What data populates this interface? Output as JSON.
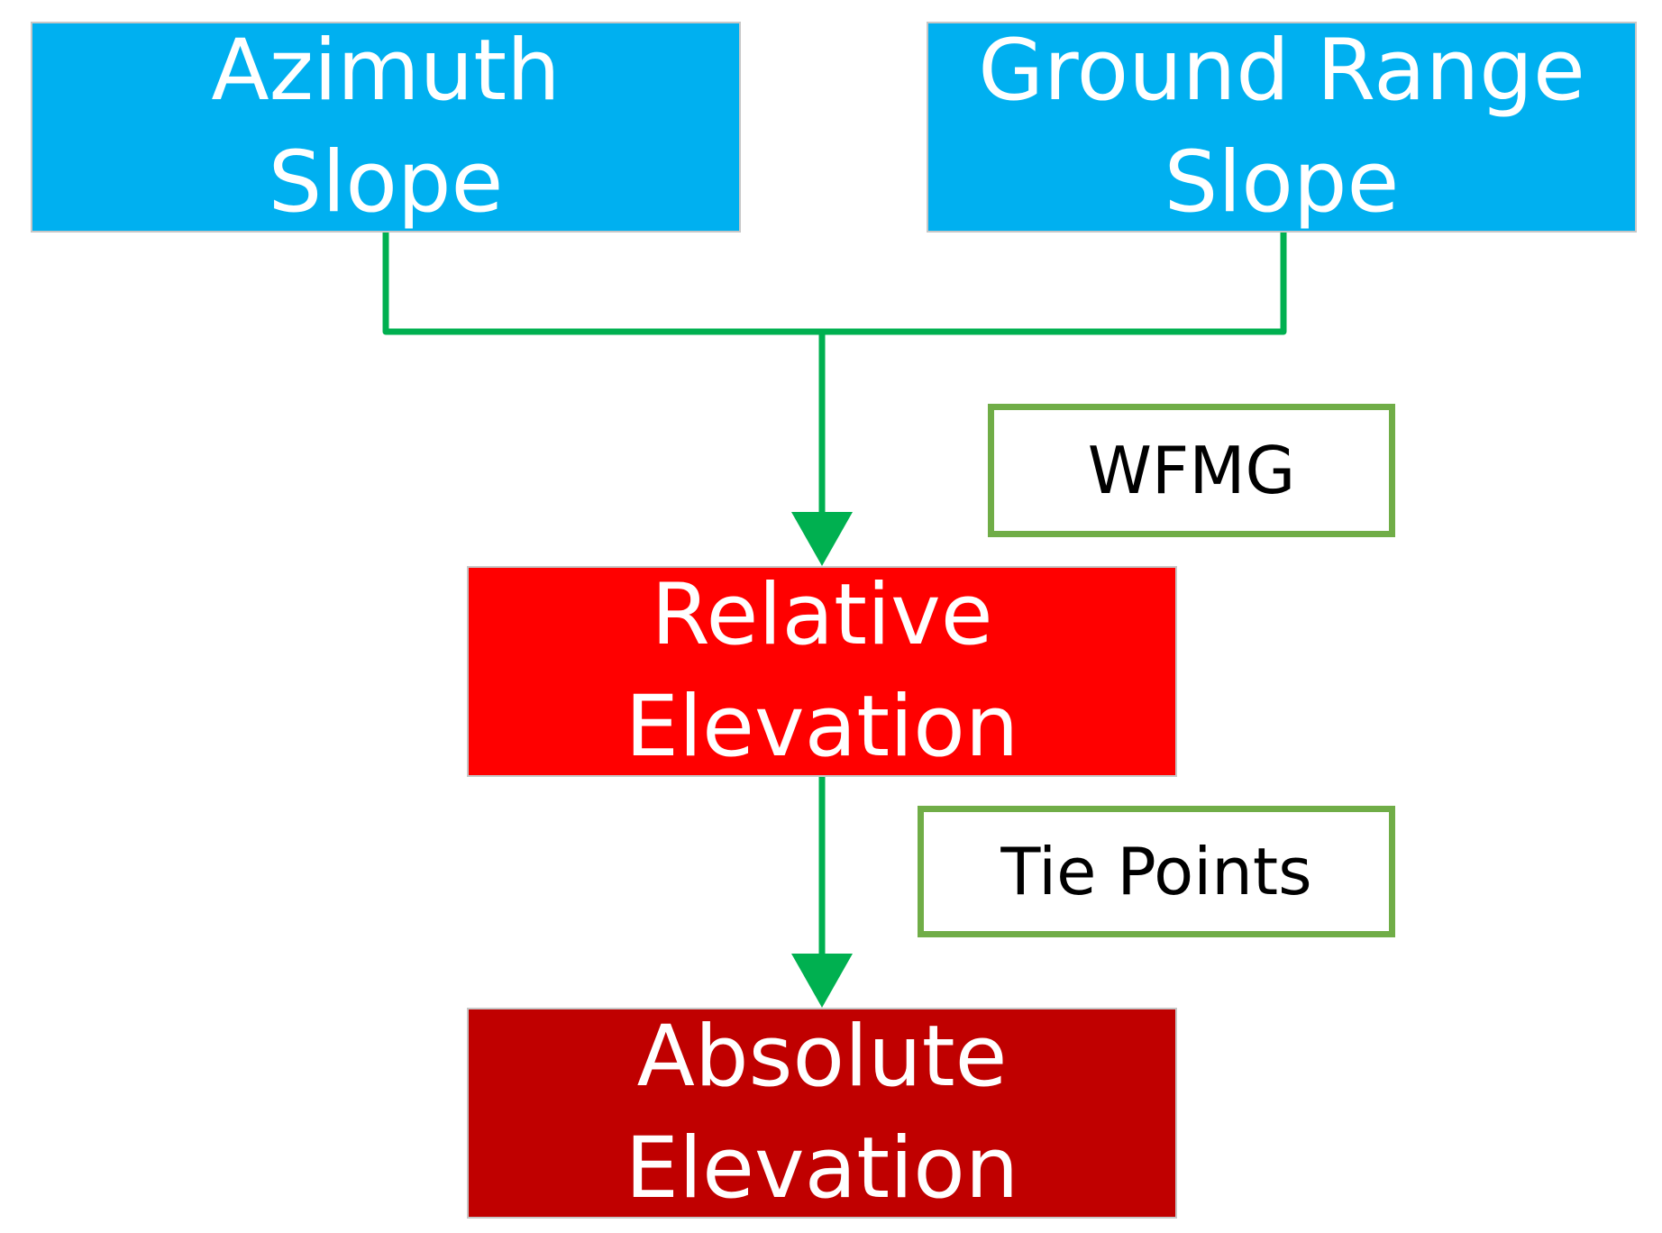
{
  "nodes": {
    "azimuth_slope": {
      "line1": "Azimuth",
      "line2": "Slope",
      "color": "#00b0f0"
    },
    "ground_range_slope": {
      "line1": "Ground Range",
      "line2": "Slope",
      "color": "#00b0f0"
    },
    "relative_elevation": {
      "line1": "Relative",
      "line2": "Elevation",
      "color": "#ff0000"
    },
    "absolute_elevation": {
      "line1": "Absolute",
      "line2": "Elevation",
      "color": "#c00000"
    }
  },
  "edge_labels": {
    "wfmg": "WFMG",
    "tie_points": "Tie Points"
  },
  "edges": [
    {
      "from": "azimuth_slope",
      "to": "relative_elevation",
      "via": "wfmg"
    },
    {
      "from": "ground_range_slope",
      "to": "relative_elevation",
      "via": "wfmg"
    },
    {
      "from": "relative_elevation",
      "to": "absolute_elevation",
      "via": "tie_points"
    }
  ],
  "colors": {
    "connector": "#00b050",
    "label_border": "#70ad47"
  },
  "icons": [
    "arrow-down-icon"
  ]
}
